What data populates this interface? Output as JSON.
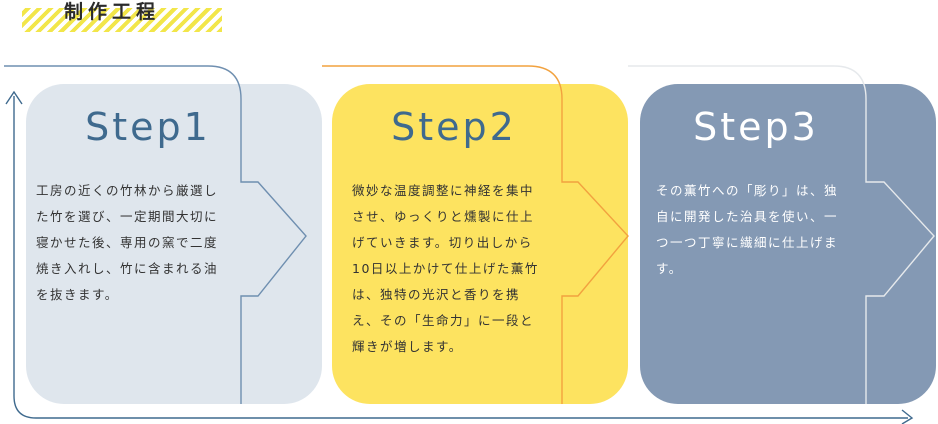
{
  "section_title": "制作工程",
  "steps": [
    {
      "title": "Step1",
      "lines": [
        "工房の近くの竹林から厳選し",
        "た竹を選び、一定期間大切に",
        "寝かせた後、専用の窯で二度",
        "焼き入れし、竹に含まれる油",
        "を抜きます。"
      ]
    },
    {
      "title": "Step2",
      "lines": [
        "微妙な温度調整に神経を集中",
        "させ、ゆっくりと燻製に仕上",
        "げていきます。切り出しから",
        "10日以上かけて仕上げた薫竹",
        "は、独特の光沢と香りを携",
        "え、その「生命力」に一段と",
        "輝きが増します。"
      ]
    },
    {
      "title": "Step3",
      "lines": [
        "その薫竹への「彫り」は、独",
        "自に開発した治具を使い、一",
        "つ一つ丁寧に繊細に仕上げま",
        "す。"
      ]
    }
  ],
  "colors": {
    "heading_stripe": "#f2e64a",
    "card1_bg": "#dfe6ed",
    "card2_bg": "#fde360",
    "card3_bg": "#8499b4",
    "title_blue": "#3f6a8e",
    "line1": "#6f8fb0",
    "line2": "#f2a23f",
    "line3": "#e6e9ec",
    "flow_line": "#3f6a8e"
  },
  "icons": [
    "arrow-right-outline-icon",
    "flow-loop-arrow-icon"
  ]
}
